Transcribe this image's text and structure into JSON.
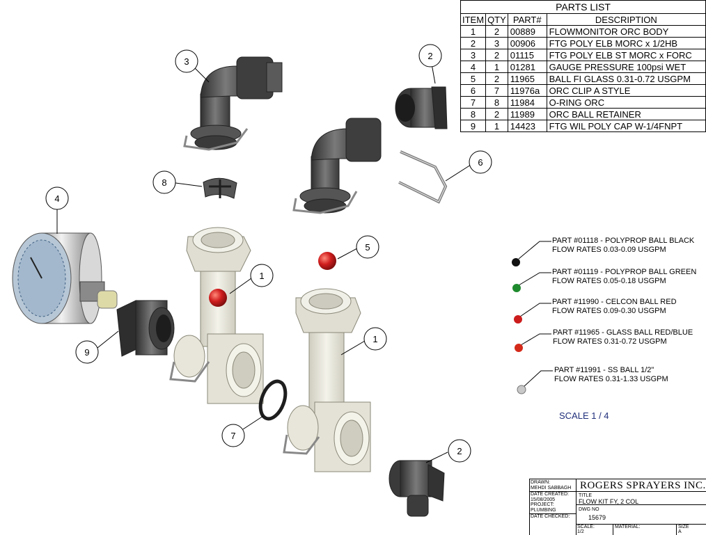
{
  "parts_list": {
    "title": "PARTS LIST",
    "headers": [
      "ITEM",
      "QTY",
      "PART#",
      "DESCRIPTION"
    ],
    "rows": [
      [
        "1",
        "2",
        "00889",
        "FLOWMONITOR ORC BODY"
      ],
      [
        "2",
        "3",
        "00906",
        "FTG POLY ELB MORC x 1/2HB"
      ],
      [
        "3",
        "2",
        "01115",
        "FTG POLY ELB ST MORC x FORC"
      ],
      [
        "4",
        "1",
        "01281",
        "GAUGE PRESSURE 100psi WET"
      ],
      [
        "5",
        "2",
        "11965",
        "BALL FI GLASS 0.31-0.72 USGPM"
      ],
      [
        "6",
        "7",
        "11976a",
        "ORC CLIP A STYLE"
      ],
      [
        "7",
        "8",
        "11984",
        "O-RING ORC"
      ],
      [
        "8",
        "2",
        "11989",
        "ORC BALL RETAINER"
      ],
      [
        "9",
        "1",
        "14423",
        "FTG WIL POLY CAP W-1/4FNPT"
      ]
    ]
  },
  "balloons": [
    "3",
    "2",
    "6",
    "8",
    "4",
    "5",
    "1",
    "1",
    "9",
    "7",
    "2"
  ],
  "ball_notes": [
    {
      "line1": "PART #01118 - POLYPROP BALL BLACK",
      "line2": "FLOW RATES 0.03-0.09 USGPM",
      "color": "#111111"
    },
    {
      "line1": "PART #01119 - POLYPROP BALL GREEN",
      "line2": "FLOW RATES 0.05-0.18 USGPM",
      "color": "#1e8a2e"
    },
    {
      "line1": "PART #11990 - CELCON BALL RED",
      "line2": "FLOW RATES 0.09-0.30 USGPM",
      "color": "#cc1c1c"
    },
    {
      "line1": "PART #11965 - GLASS BALL RED/BLUE",
      "line2": "FLOW RATES 0.31-0.72 USGPM",
      "color": "#d42a1a"
    },
    {
      "line1": "PART #11991 - SS BALL 1/2\"",
      "line2": "FLOW RATES 0.31-1.33 USGPM",
      "color": "#c8c8c8"
    }
  ],
  "scale": "SCALE 1 / 4",
  "title_block": {
    "company": "ROGERS SPRAYERS INC.",
    "drawn_label": "DRAWN:",
    "drawn_by": "MEHDI SABBAGH",
    "date_created_label": "DATE CREATED:",
    "date_created": "15/08/2005",
    "project_label": "PROJECT:",
    "project": "PLUMBING",
    "date_checked_label": "DATE CHECKED:",
    "title_label": "TITLE",
    "title": "FLOW KIT  FY, 2 COL",
    "dwg_label": "DWG NO",
    "dwg_no": "15679",
    "scale_label": "SCALE:",
    "scale_value": "1/2",
    "material_label": "MATERIAL:",
    "size_label": "SIZE",
    "size_value": "A"
  },
  "colors": {
    "fitting_dark": "#4a4a4a",
    "fitting_mid": "#6e6e6e",
    "clear_body": "#e6e4d8",
    "ball_red": "#d01e1e",
    "gauge_face": "#c9d6e2",
    "brass": "#d8d4a0"
  }
}
